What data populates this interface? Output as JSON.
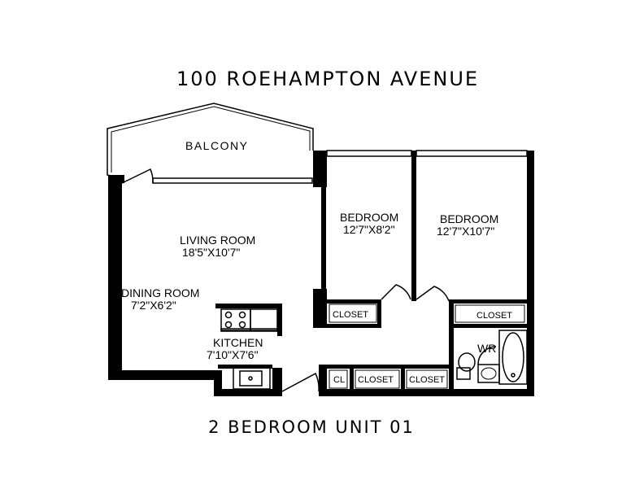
{
  "title": "100 ROEHAMPTON AVENUE",
  "subtitle": "2 BEDROOM UNIT 01",
  "rooms": {
    "balcony": "BALCONY",
    "living": {
      "name": "LIVING ROOM",
      "size": "18'5\"X10'7\""
    },
    "dining": {
      "name": "DINING ROOM",
      "size": "7'2\"X6'2\""
    },
    "kitchen": {
      "name": "KITCHEN",
      "size": "7'10\"X7'6\""
    },
    "bedroom1": {
      "name": "BEDROOM",
      "size": "12'7\"X8'2\""
    },
    "bedroom2": {
      "name": "BEDROOM",
      "size": "12'7\"X10'7\""
    },
    "closet_b1": "CLOSET",
    "closet_b2": "CLOSET",
    "closet_hall1": "CLOSET",
    "closet_hall2": "CLOSET",
    "closet_small": "CL",
    "washroom": "WR"
  }
}
